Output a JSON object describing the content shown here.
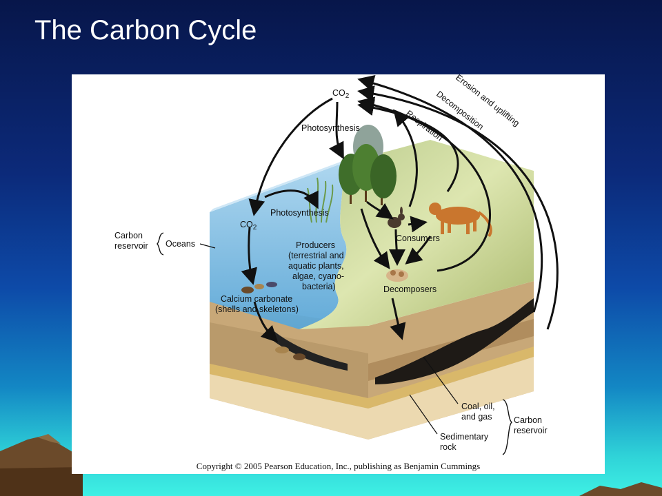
{
  "slide": {
    "title": "The Carbon Cycle"
  },
  "diagram": {
    "co2_atmosphere": "CO",
    "co2_ocean": "CO",
    "co2_subscript": "2",
    "process_erosion": "Erosion and uplifting",
    "process_decomposition": "Decomposition",
    "process_respiration": "Respiration",
    "photosynthesis_land": "Photosynthesis",
    "photosynthesis_ocean": "Photosynthesis",
    "consumers": "Consumers",
    "decomposers": "Decomposers",
    "producers_lines": [
      "Producers",
      "(terrestrial and",
      "aquatic plants,",
      "algae, cyano-",
      "bacteria)"
    ],
    "calcium_lines": [
      "Calcium carbonate",
      "(shells and skeletons)"
    ],
    "carbon_reservoir_left_lines": [
      "Carbon",
      "reservoir"
    ],
    "oceans": "Oceans",
    "coal_lines": [
      "Coal, oil,",
      "and gas"
    ],
    "sedimentary_lines": [
      "Sedimentary",
      "rock"
    ],
    "carbon_reservoir_right_lines": [
      "Carbon",
      "reservoir"
    ],
    "copyright": "Copyright © 2005 Pearson Education, Inc., publishing as Benjamin Cummings"
  }
}
